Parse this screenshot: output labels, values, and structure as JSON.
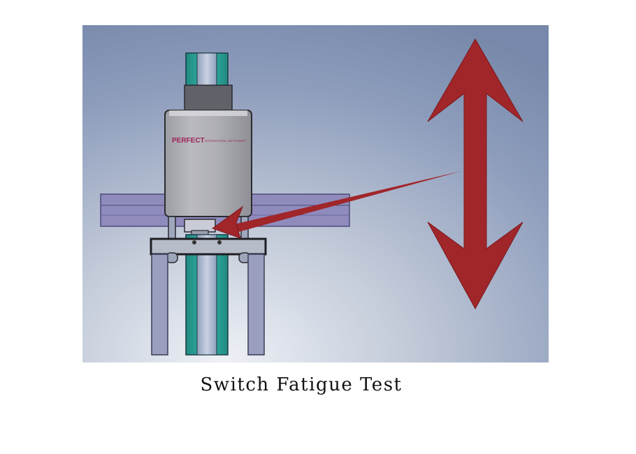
{
  "diagram": {
    "brand_name": "PERFECT",
    "brand_sub": "INTERNATIONAL INSTRUMENT",
    "caption": "Switch Fatigue Test",
    "colors": {
      "background_light": "#e9ecf2",
      "background_dark": "#7d8fb0",
      "arrow": "#a0262a",
      "steel": "#a9aab0",
      "rail_teal": "#2fa59a",
      "brand": "#a0245c"
    },
    "icons": [
      "double-arrow-icon",
      "pointer-arrow-icon"
    ]
  }
}
